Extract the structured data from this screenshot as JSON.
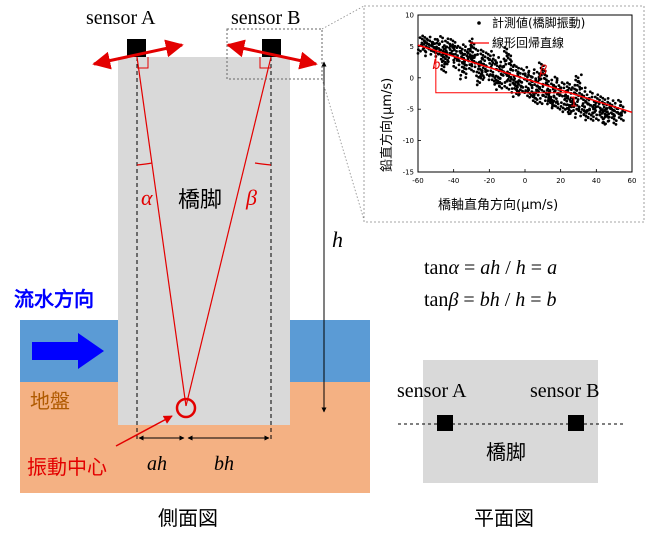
{
  "side_view": {
    "sensor_a_label": "sensor A",
    "sensor_b_label": "sensor B",
    "pier_label": "橋脚",
    "alpha_label": "α",
    "beta_label": "β",
    "h_label": "h",
    "flow_label": "流水方向",
    "ground_label": "地盤",
    "center_label": "振動中心",
    "ah_label": "ah",
    "bh_label": "bh",
    "caption": "側面図",
    "colors": {
      "pier": "#d9d9d9",
      "water": "#5b9bd5",
      "ground": "#f4b183",
      "red": "#e30000",
      "blue": "#0000ff",
      "sensor": "#000000"
    }
  },
  "plan_view": {
    "sensor_a_label": "sensor A",
    "sensor_b_label": "sensor B",
    "pier_label": "橋脚",
    "caption": "平面図"
  },
  "formulas": {
    "line1": {
      "f": "tan",
      "g": "α",
      "rest": " = ",
      "a": "a",
      "h1": "h",
      "mid": " / ",
      "h2": "h",
      "eq": " = ",
      "res": "a"
    },
    "line2": {
      "f": "tan",
      "g": "β",
      "rest": " = ",
      "a": "b",
      "h1": "h",
      "mid": " / ",
      "h2": "h",
      "eq": " = ",
      "res": "b"
    }
  },
  "inset_chart": {
    "chart_data": {
      "type": "scatter",
      "xlabel": "橋軸直角方向(μm/s)",
      "ylabel": "鉛直方向(μm/s)",
      "xlim": [
        -60,
        60
      ],
      "ylim": [
        -15,
        10
      ],
      "x_ticks": [
        -60,
        -40,
        -20,
        0,
        20,
        40,
        60
      ],
      "y_ticks": [
        -15,
        -10,
        -5,
        0,
        5,
        10
      ],
      "legend_position": "top-right",
      "series": [
        {
          "name": "計測値(橋脚振動)",
          "kind": "scatter",
          "color": "#000000",
          "x": [
            -58,
            -56,
            -54,
            -52,
            -50,
            -48,
            -46,
            -44,
            -42,
            -40,
            -38,
            -36,
            -34,
            -32,
            -30,
            -28,
            -26,
            -24,
            -22,
            -20,
            -18,
            -16,
            -14,
            -12,
            -10,
            -8,
            -6,
            -4,
            -2,
            0,
            2,
            4,
            6,
            8,
            10,
            12,
            14,
            16,
            18,
            20,
            22,
            24,
            26,
            28,
            30,
            32,
            34,
            36,
            38,
            40,
            42,
            44,
            46,
            48,
            50,
            52,
            54,
            -45,
            -35,
            -25,
            -15,
            -5,
            5,
            15,
            25,
            35,
            45,
            -30,
            -10,
            10,
            30
          ],
          "y": [
            5.2,
            5.6,
            4.7,
            5.3,
            4.6,
            5.4,
            3.8,
            4.9,
            3.9,
            4.8,
            2.8,
            4.2,
            2.6,
            4.0,
            2.1,
            3.6,
            1.4,
            3.1,
            1.0,
            2.9,
            0.4,
            2.4,
            -0.1,
            1.8,
            -0.5,
            1.3,
            -1.0,
            0.7,
            -1.4,
            0.6,
            -1.9,
            0.1,
            -2.4,
            -0.3,
            -2.8,
            -0.8,
            -3.2,
            -1.2,
            -3.8,
            -1.6,
            -4.2,
            -2.0,
            -4.6,
            -2.5,
            -5.0,
            -2.9,
            -5.4,
            -3.3,
            -5.6,
            -3.9,
            -5.9,
            -4.2,
            -6.0,
            -4.6,
            -6.1,
            -4.9,
            -5.6,
            2.2,
            1.0,
            0.2,
            -0.8,
            -1.8,
            -2.8,
            -3.6,
            -4.4,
            -5.2,
            -6.2,
            5.0,
            3.5,
            1.2,
            -0.6
          ]
        },
        {
          "name": "線形回帰直線",
          "kind": "line",
          "color": "#ff0000",
          "x": [
            -60,
            60
          ],
          "y": [
            5.2,
            -5.5
          ]
        }
      ],
      "annotations": [
        {
          "text": "b",
          "x": -52,
          "y": 1.4
        },
        {
          "text": "β",
          "x": 8,
          "y": 0.5
        },
        {
          "text": "1",
          "x": 25,
          "y": -4.6
        }
      ]
    }
  }
}
